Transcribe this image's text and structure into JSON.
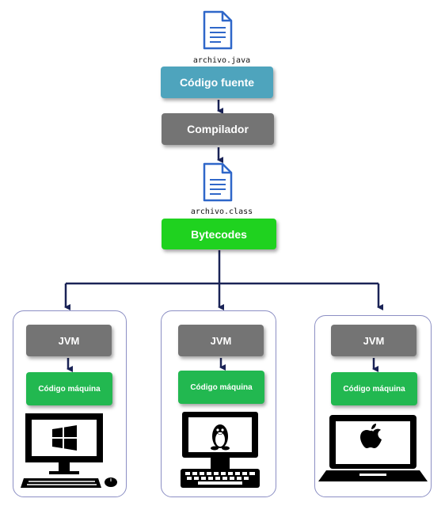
{
  "source_file": {
    "icon": "document-icon",
    "filename": "archivo.java"
  },
  "source_code_label": "Código fuente",
  "compiler_label": "Compilador",
  "class_file": {
    "icon": "document-icon",
    "filename": "archivo.class"
  },
  "bytecodes_label": "Bytecodes",
  "platforms": [
    {
      "jvm_label": "JVM",
      "machine_code_label": "Código máquina",
      "os": "windows",
      "icon": "windows-logo-icon",
      "device": "desktop-computer"
    },
    {
      "jvm_label": "JVM",
      "machine_code_label": "Código máquina",
      "os": "linux",
      "icon": "linux-penguin-icon",
      "device": "desktop-computer"
    },
    {
      "jvm_label": "JVM",
      "machine_code_label": "Código máquina",
      "os": "macos",
      "icon": "apple-logo-icon",
      "device": "laptop"
    }
  ],
  "colors": {
    "source_box": "#4ea4bd",
    "grey_box": "#747474",
    "bytecodes_box": "#1fd21f",
    "machine_box": "#22b850",
    "arrow": "#1a2356",
    "panel_border": "#8c8fc4"
  }
}
